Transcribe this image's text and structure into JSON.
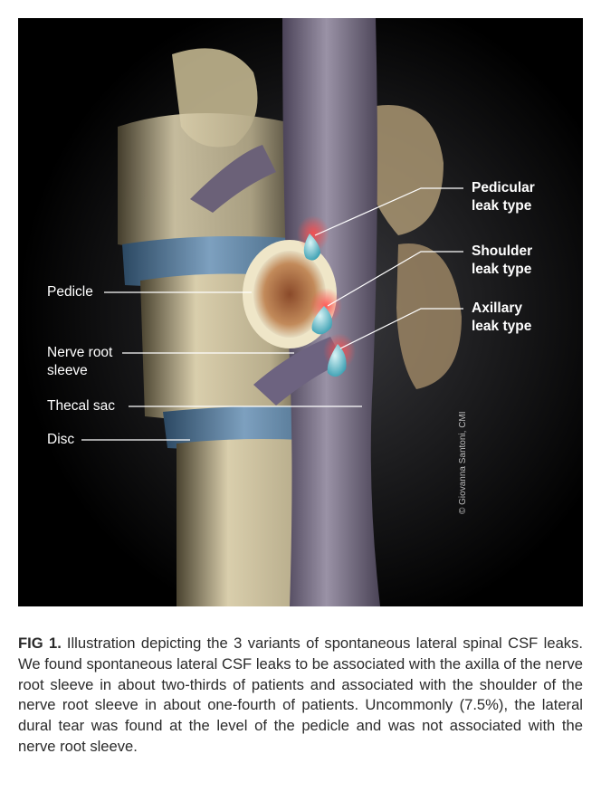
{
  "figure": {
    "labels": {
      "pedicular": [
        "Pedicular",
        "leak type"
      ],
      "shoulder": [
        "Shoulder",
        "leak type"
      ],
      "axillary": [
        "Axillary",
        "leak type"
      ],
      "pedicle": "Pedicle",
      "nerve_root_sleeve": [
        "Nerve root",
        "sleeve"
      ],
      "thecal_sac": "Thecal sac",
      "disc": "Disc"
    },
    "credit": "© Giovanna Santoni, CMI"
  },
  "caption": {
    "label": "FIG 1.",
    "text": "Illustration depicting the 3 variants of spontaneous lateral spinal CSF leaks. We found spontaneous lateral CSF leaks to be associated with the axilla of the nerve root sleeve in about two-thirds of patients and associated with the shoulder of the nerve root sleeve in about one-fourth of patients. Uncommonly (7.5%), the lateral dural tear was found at the level of the pedicle and was not associated with the nerve root sleeve."
  }
}
